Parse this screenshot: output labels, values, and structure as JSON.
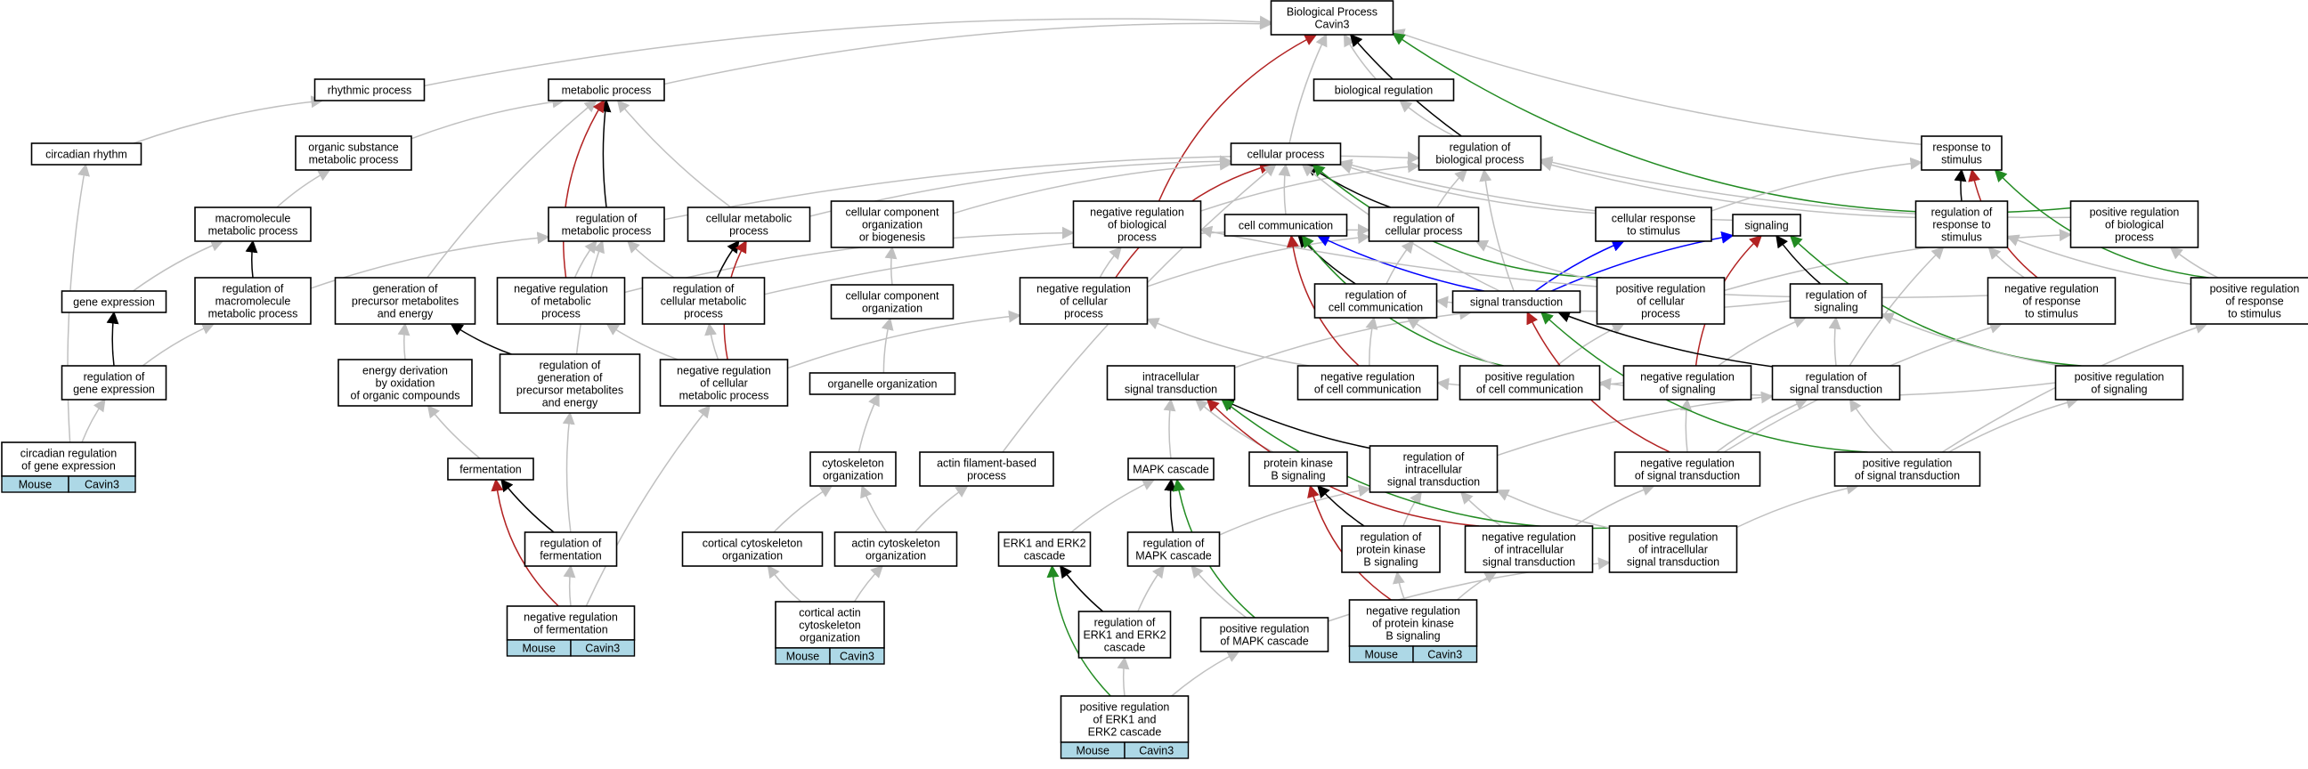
{
  "title": "Biological Process Cavin3",
  "colors": {
    "is_a": "#c0c0c0",
    "part_of": "#000000",
    "regulates": "#000000",
    "negatively_regulates": "#b22222",
    "positively_regulates": "#228b22",
    "blue_edge": "#0000ff",
    "annotation_fill": "#add8e6"
  },
  "annotation_labels": {
    "species": "Mouse",
    "gene": "Cavin3"
  },
  "nodes": [
    {
      "id": "bp",
      "lines": [
        "Biological Process",
        "Cavin3"
      ]
    },
    {
      "id": "rhythmic",
      "lines": [
        "rhythmic process"
      ]
    },
    {
      "id": "metabolic",
      "lines": [
        "metabolic process"
      ]
    },
    {
      "id": "bioreg",
      "lines": [
        "biological regulation"
      ]
    },
    {
      "id": "circadian_rhythm",
      "lines": [
        "circadian rhythm"
      ]
    },
    {
      "id": "org_subst",
      "lines": [
        "organic substance",
        "metabolic process"
      ]
    },
    {
      "id": "cellular_process",
      "lines": [
        "cellular process"
      ]
    },
    {
      "id": "reg_bio",
      "lines": [
        "regulation of",
        "biological process"
      ]
    },
    {
      "id": "resp_stim",
      "lines": [
        "response to",
        "stimulus"
      ]
    },
    {
      "id": "macromol",
      "lines": [
        "macromolecule",
        "metabolic process"
      ]
    },
    {
      "id": "reg_metab",
      "lines": [
        "regulation of",
        "metabolic process"
      ]
    },
    {
      "id": "cell_metab",
      "lines": [
        "cellular metabolic",
        "process"
      ]
    },
    {
      "id": "cc_org",
      "lines": [
        "cellular component",
        "organization",
        "or biogenesis"
      ]
    },
    {
      "id": "neg_reg_bio",
      "lines": [
        "negative regulation",
        "of biological",
        "process"
      ]
    },
    {
      "id": "cell_comm",
      "lines": [
        "cell communication"
      ]
    },
    {
      "id": "reg_cell_proc",
      "lines": [
        "regulation of",
        "cellular process"
      ]
    },
    {
      "id": "cell_resp",
      "lines": [
        "cellular response",
        "to stimulus"
      ]
    },
    {
      "id": "signaling",
      "lines": [
        "signaling"
      ]
    },
    {
      "id": "reg_resp",
      "lines": [
        "regulation of",
        "response to",
        "stimulus"
      ]
    },
    {
      "id": "pos_reg_bio",
      "lines": [
        "positive regulation",
        "of biological",
        "process"
      ]
    },
    {
      "id": "gene_expr",
      "lines": [
        "gene expression"
      ]
    },
    {
      "id": "reg_macro",
      "lines": [
        "regulation of",
        "macromolecule",
        "metabolic process"
      ]
    },
    {
      "id": "gen_prec",
      "lines": [
        "generation of",
        "precursor metabolites",
        "and energy"
      ]
    },
    {
      "id": "neg_reg_metab",
      "lines": [
        "negative regulation",
        "of metabolic",
        "process"
      ]
    },
    {
      "id": "reg_cell_metab",
      "lines": [
        "regulation of",
        "cellular metabolic",
        "process"
      ]
    },
    {
      "id": "cc_org2",
      "lines": [
        "cellular component",
        "organization"
      ]
    },
    {
      "id": "neg_reg_cell_proc",
      "lines": [
        "negative regulation",
        "of cellular",
        "process"
      ]
    },
    {
      "id": "reg_cell_comm",
      "lines": [
        "regulation of",
        "cell communication"
      ]
    },
    {
      "id": "sig_trans",
      "lines": [
        "signal transduction"
      ]
    },
    {
      "id": "pos_reg_cell_proc",
      "lines": [
        "positive regulation",
        "of cellular",
        "process"
      ]
    },
    {
      "id": "reg_signaling",
      "lines": [
        "regulation of",
        "signaling"
      ]
    },
    {
      "id": "neg_reg_resp",
      "lines": [
        "negative regulation",
        "of response",
        "to stimulus"
      ]
    },
    {
      "id": "pos_reg_resp",
      "lines": [
        "positive regulation",
        "of response",
        "to stimulus"
      ]
    },
    {
      "id": "reg_gene_expr",
      "lines": [
        "regulation of",
        "gene expression"
      ]
    },
    {
      "id": "energy_deriv",
      "lines": [
        "energy derivation",
        "by oxidation",
        "of organic compounds"
      ]
    },
    {
      "id": "reg_gen_prec",
      "lines": [
        "regulation of",
        "generation of",
        "precursor metabolites",
        "and energy"
      ]
    },
    {
      "id": "neg_reg_cell_metab",
      "lines": [
        "negative regulation",
        "of cellular",
        "metabolic process"
      ]
    },
    {
      "id": "organelle_org",
      "lines": [
        "organelle organization"
      ]
    },
    {
      "id": "intra_sig",
      "lines": [
        "intracellular",
        "signal transduction"
      ]
    },
    {
      "id": "neg_reg_cell_comm",
      "lines": [
        "negative regulation",
        "of cell communication"
      ]
    },
    {
      "id": "pos_reg_cell_comm",
      "lines": [
        "positive regulation",
        "of cell communication"
      ]
    },
    {
      "id": "neg_reg_signaling",
      "lines": [
        "negative regulation",
        "of signaling"
      ]
    },
    {
      "id": "reg_sig_trans",
      "lines": [
        "regulation of",
        "signal transduction"
      ]
    },
    {
      "id": "pos_reg_signaling",
      "lines": [
        "positive regulation",
        "of signaling"
      ]
    },
    {
      "id": "circ_reg",
      "lines": [
        "circadian regulation",
        "of gene expression"
      ],
      "annotated": true
    },
    {
      "id": "fermentation",
      "lines": [
        "fermentation"
      ]
    },
    {
      "id": "cytoskel_org",
      "lines": [
        "cytoskeleton",
        "organization"
      ]
    },
    {
      "id": "actin_fil",
      "lines": [
        "actin filament-based",
        "process"
      ]
    },
    {
      "id": "mapk",
      "lines": [
        "MAPK cascade"
      ]
    },
    {
      "id": "pkb",
      "lines": [
        "protein kinase",
        "B signaling"
      ]
    },
    {
      "id": "reg_intra_sig",
      "lines": [
        "regulation of",
        "intracellular",
        "signal transduction"
      ]
    },
    {
      "id": "neg_reg_sig_trans",
      "lines": [
        "negative regulation",
        "of signal transduction"
      ]
    },
    {
      "id": "pos_reg_sig_trans",
      "lines": [
        "positive regulation",
        "of signal transduction"
      ]
    },
    {
      "id": "reg_ferm",
      "lines": [
        "regulation of",
        "fermentation"
      ]
    },
    {
      "id": "cort_cytoskel",
      "lines": [
        "cortical cytoskeleton",
        "organization"
      ]
    },
    {
      "id": "actin_cytoskel",
      "lines": [
        "actin cytoskeleton",
        "organization"
      ]
    },
    {
      "id": "erk",
      "lines": [
        "ERK1 and ERK2",
        "cascade"
      ]
    },
    {
      "id": "reg_mapk",
      "lines": [
        "regulation of",
        "MAPK cascade"
      ]
    },
    {
      "id": "reg_pkb",
      "lines": [
        "regulation of",
        "protein kinase",
        "B signaling"
      ]
    },
    {
      "id": "neg_reg_intra",
      "lines": [
        "negative regulation",
        "of intracellular",
        "signal transduction"
      ]
    },
    {
      "id": "pos_reg_intra",
      "lines": [
        "positive regulation",
        "of intracellular",
        "signal transduction"
      ]
    },
    {
      "id": "neg_reg_ferm",
      "lines": [
        "negative regulation",
        "of fermentation"
      ],
      "annotated": true
    },
    {
      "id": "cort_actin",
      "lines": [
        "cortical actin",
        "cytoskeleton",
        "organization"
      ],
      "annotated": true
    },
    {
      "id": "reg_erk",
      "lines": [
        "regulation of",
        "ERK1 and ERK2",
        "cascade"
      ]
    },
    {
      "id": "pos_reg_mapk",
      "lines": [
        "positive regulation",
        "of MAPK cascade"
      ]
    },
    {
      "id": "neg_reg_pkb",
      "lines": [
        "negative regulation",
        "of protein kinase",
        "B signaling"
      ],
      "annotated": true
    },
    {
      "id": "pos_reg_erk",
      "lines": [
        "positive regulation",
        "of ERK1 and",
        "ERK2 cascade"
      ],
      "annotated": true
    }
  ],
  "edges": [
    [
      "rhythmic",
      "bp",
      "is_a"
    ],
    [
      "metabolic",
      "bp",
      "is_a"
    ],
    [
      "bioreg",
      "bp",
      "is_a"
    ],
    [
      "cellular_process",
      "bp",
      "is_a"
    ],
    [
      "reg_bio",
      "bp",
      "part_of"
    ],
    [
      "reg_bio",
      "bioreg",
      "is_a"
    ],
    [
      "resp_stim",
      "bp",
      "is_a"
    ],
    [
      "neg_reg_bio",
      "bp",
      "negatively_regulates"
    ],
    [
      "pos_reg_bio",
      "bp",
      "positively_regulates"
    ],
    [
      "circadian_rhythm",
      "rhythmic",
      "is_a"
    ],
    [
      "org_subst",
      "metabolic",
      "is_a"
    ],
    [
      "macromol",
      "org_subst",
      "is_a"
    ],
    [
      "reg_metab",
      "metabolic",
      "part_of"
    ],
    [
      "reg_metab",
      "reg_bio",
      "is_a"
    ],
    [
      "cell_metab",
      "metabolic",
      "is_a"
    ],
    [
      "cell_metab",
      "cellular_process",
      "is_a"
    ],
    [
      "cc_org",
      "cellular_process",
      "is_a"
    ],
    [
      "neg_reg_bio",
      "reg_bio",
      "is_a"
    ],
    [
      "cell_comm",
      "cellular_process",
      "is_a"
    ],
    [
      "reg_cell_proc",
      "cellular_process",
      "part_of"
    ],
    [
      "reg_cell_proc",
      "reg_bio",
      "is_a"
    ],
    [
      "cell_resp",
      "resp_stim",
      "is_a"
    ],
    [
      "cell_resp",
      "cellular_process",
      "is_a"
    ],
    [
      "signaling",
      "cellular_process",
      "is_a"
    ],
    [
      "reg_resp",
      "resp_stim",
      "part_of"
    ],
    [
      "reg_resp",
      "reg_bio",
      "is_a"
    ],
    [
      "pos_reg_bio",
      "reg_bio",
      "is_a"
    ],
    [
      "gene_expr",
      "macromol",
      "is_a"
    ],
    [
      "reg_macro",
      "macromol",
      "part_of"
    ],
    [
      "reg_macro",
      "reg_metab",
      "is_a"
    ],
    [
      "gen_prec",
      "metabolic",
      "is_a"
    ],
    [
      "neg_reg_metab",
      "metabolic",
      "negatively_regulates"
    ],
    [
      "neg_reg_metab",
      "reg_metab",
      "is_a"
    ],
    [
      "neg_reg_metab",
      "neg_reg_bio",
      "is_a"
    ],
    [
      "reg_cell_metab",
      "cell_metab",
      "part_of"
    ],
    [
      "reg_cell_metab",
      "reg_metab",
      "is_a"
    ],
    [
      "reg_cell_metab",
      "reg_cell_proc",
      "is_a"
    ],
    [
      "cc_org2",
      "cc_org",
      "is_a"
    ],
    [
      "neg_reg_cell_proc",
      "cellular_process",
      "negatively_regulates"
    ],
    [
      "neg_reg_cell_proc",
      "reg_cell_proc",
      "is_a"
    ],
    [
      "neg_reg_cell_proc",
      "neg_reg_bio",
      "is_a"
    ],
    [
      "reg_cell_comm",
      "cell_comm",
      "part_of"
    ],
    [
      "reg_cell_comm",
      "reg_cell_proc",
      "is_a"
    ],
    [
      "sig_trans",
      "cell_comm",
      "blue"
    ],
    [
      "sig_trans",
      "cell_resp",
      "blue"
    ],
    [
      "sig_trans",
      "signaling",
      "blue"
    ],
    [
      "sig_trans",
      "cellular_process",
      "is_a"
    ],
    [
      "sig_trans",
      "reg_bio",
      "is_a"
    ],
    [
      "pos_reg_cell_proc",
      "cellular_process",
      "positively_regulates"
    ],
    [
      "pos_reg_cell_proc",
      "reg_cell_proc",
      "is_a"
    ],
    [
      "pos_reg_cell_proc",
      "pos_reg_bio",
      "is_a"
    ],
    [
      "reg_signaling",
      "signaling",
      "part_of"
    ],
    [
      "reg_signaling",
      "reg_cell_comm",
      "is_a"
    ],
    [
      "neg_reg_resp",
      "resp_stim",
      "negatively_regulates"
    ],
    [
      "neg_reg_resp",
      "reg_resp",
      "is_a"
    ],
    [
      "neg_reg_resp",
      "neg_reg_bio",
      "is_a"
    ],
    [
      "pos_reg_resp",
      "resp_stim",
      "positively_regulates"
    ],
    [
      "pos_reg_resp",
      "reg_resp",
      "is_a"
    ],
    [
      "pos_reg_resp",
      "pos_reg_bio",
      "is_a"
    ],
    [
      "reg_gene_expr",
      "gene_expr",
      "part_of"
    ],
    [
      "reg_gene_expr",
      "reg_macro",
      "is_a"
    ],
    [
      "energy_deriv",
      "gen_prec",
      "is_a"
    ],
    [
      "reg_gen_prec",
      "gen_prec",
      "part_of"
    ],
    [
      "reg_gen_prec",
      "reg_metab",
      "is_a"
    ],
    [
      "neg_reg_cell_metab",
      "cell_metab",
      "negatively_regulates"
    ],
    [
      "neg_reg_cell_metab",
      "reg_cell_metab",
      "is_a"
    ],
    [
      "neg_reg_cell_metab",
      "neg_reg_metab",
      "is_a"
    ],
    [
      "neg_reg_cell_metab",
      "neg_reg_cell_proc",
      "is_a"
    ],
    [
      "organelle_org",
      "cc_org2",
      "is_a"
    ],
    [
      "intra_sig",
      "sig_trans",
      "is_a"
    ],
    [
      "neg_reg_cell_comm",
      "cell_comm",
      "negatively_regulates"
    ],
    [
      "neg_reg_cell_comm",
      "reg_cell_comm",
      "is_a"
    ],
    [
      "neg_reg_cell_comm",
      "neg_reg_cell_proc",
      "is_a"
    ],
    [
      "pos_reg_cell_comm",
      "cell_comm",
      "positively_regulates"
    ],
    [
      "pos_reg_cell_comm",
      "reg_cell_comm",
      "is_a"
    ],
    [
      "pos_reg_cell_comm",
      "pos_reg_cell_proc",
      "is_a"
    ],
    [
      "neg_reg_signaling",
      "signaling",
      "negatively_regulates"
    ],
    [
      "neg_reg_signaling",
      "reg_signaling",
      "is_a"
    ],
    [
      "neg_reg_signaling",
      "neg_reg_cell_comm",
      "is_a"
    ],
    [
      "reg_sig_trans",
      "sig_trans",
      "part_of"
    ],
    [
      "reg_sig_trans",
      "reg_signaling",
      "is_a"
    ],
    [
      "reg_sig_trans",
      "reg_resp",
      "is_a"
    ],
    [
      "pos_reg_signaling",
      "signaling",
      "positively_regulates"
    ],
    [
      "pos_reg_signaling",
      "reg_signaling",
      "is_a"
    ],
    [
      "pos_reg_signaling",
      "pos_reg_cell_comm",
      "is_a"
    ],
    [
      "circ_reg",
      "circadian_rhythm",
      "is_a"
    ],
    [
      "circ_reg",
      "reg_gene_expr",
      "is_a"
    ],
    [
      "fermentation",
      "energy_deriv",
      "is_a"
    ],
    [
      "reg_ferm",
      "fermentation",
      "part_of"
    ],
    [
      "reg_ferm",
      "reg_gen_prec",
      "is_a"
    ],
    [
      "cytoskel_org",
      "organelle_org",
      "is_a"
    ],
    [
      "actin_fil",
      "cellular_process",
      "is_a"
    ],
    [
      "mapk",
      "intra_sig",
      "is_a"
    ],
    [
      "pkb",
      "intra_sig",
      "is_a"
    ],
    [
      "reg_intra_sig",
      "intra_sig",
      "part_of"
    ],
    [
      "reg_intra_sig",
      "reg_sig_trans",
      "is_a"
    ],
    [
      "neg_reg_sig_trans",
      "sig_trans",
      "negatively_regulates"
    ],
    [
      "neg_reg_sig_trans",
      "reg_sig_trans",
      "is_a"
    ],
    [
      "neg_reg_sig_trans",
      "neg_reg_signaling",
      "is_a"
    ],
    [
      "neg_reg_sig_trans",
      "neg_reg_resp",
      "is_a"
    ],
    [
      "pos_reg_sig_trans",
      "sig_trans",
      "positively_regulates"
    ],
    [
      "pos_reg_sig_trans",
      "reg_sig_trans",
      "is_a"
    ],
    [
      "pos_reg_sig_trans",
      "pos_reg_signaling",
      "is_a"
    ],
    [
      "pos_reg_sig_trans",
      "pos_reg_resp",
      "is_a"
    ],
    [
      "cort_cytoskel",
      "cytoskel_org",
      "is_a"
    ],
    [
      "actin_cytoskel",
      "cytoskel_org",
      "is_a"
    ],
    [
      "actin_cytoskel",
      "actin_fil",
      "is_a"
    ],
    [
      "erk",
      "mapk",
      "is_a"
    ],
    [
      "reg_mapk",
      "mapk",
      "part_of"
    ],
    [
      "reg_mapk",
      "reg_intra_sig",
      "is_a"
    ],
    [
      "reg_pkb",
      "pkb",
      "part_of"
    ],
    [
      "reg_pkb",
      "reg_intra_sig",
      "is_a"
    ],
    [
      "neg_reg_intra",
      "intra_sig",
      "negatively_regulates"
    ],
    [
      "neg_reg_intra",
      "reg_intra_sig",
      "is_a"
    ],
    [
      "neg_reg_intra",
      "neg_reg_sig_trans",
      "is_a"
    ],
    [
      "pos_reg_intra",
      "intra_sig",
      "positively_regulates"
    ],
    [
      "pos_reg_intra",
      "reg_intra_sig",
      "is_a"
    ],
    [
      "pos_reg_intra",
      "pos_reg_sig_trans",
      "is_a"
    ],
    [
      "neg_reg_ferm",
      "fermentation",
      "negatively_regulates"
    ],
    [
      "neg_reg_ferm",
      "reg_ferm",
      "is_a"
    ],
    [
      "neg_reg_ferm",
      "neg_reg_cell_metab",
      "is_a"
    ],
    [
      "cort_actin",
      "cort_cytoskel",
      "is_a"
    ],
    [
      "cort_actin",
      "actin_cytoskel",
      "is_a"
    ],
    [
      "reg_erk",
      "erk",
      "part_of"
    ],
    [
      "reg_erk",
      "reg_mapk",
      "is_a"
    ],
    [
      "pos_reg_mapk",
      "mapk",
      "positively_regulates"
    ],
    [
      "pos_reg_mapk",
      "reg_mapk",
      "is_a"
    ],
    [
      "pos_reg_mapk",
      "pos_reg_intra",
      "is_a"
    ],
    [
      "neg_reg_pkb",
      "pkb",
      "negatively_regulates"
    ],
    [
      "neg_reg_pkb",
      "reg_pkb",
      "is_a"
    ],
    [
      "neg_reg_pkb",
      "neg_reg_intra",
      "is_a"
    ],
    [
      "pos_reg_erk",
      "erk",
      "positively_regulates"
    ],
    [
      "pos_reg_erk",
      "reg_erk",
      "is_a"
    ],
    [
      "pos_reg_erk",
      "pos_reg_mapk",
      "is_a"
    ]
  ]
}
